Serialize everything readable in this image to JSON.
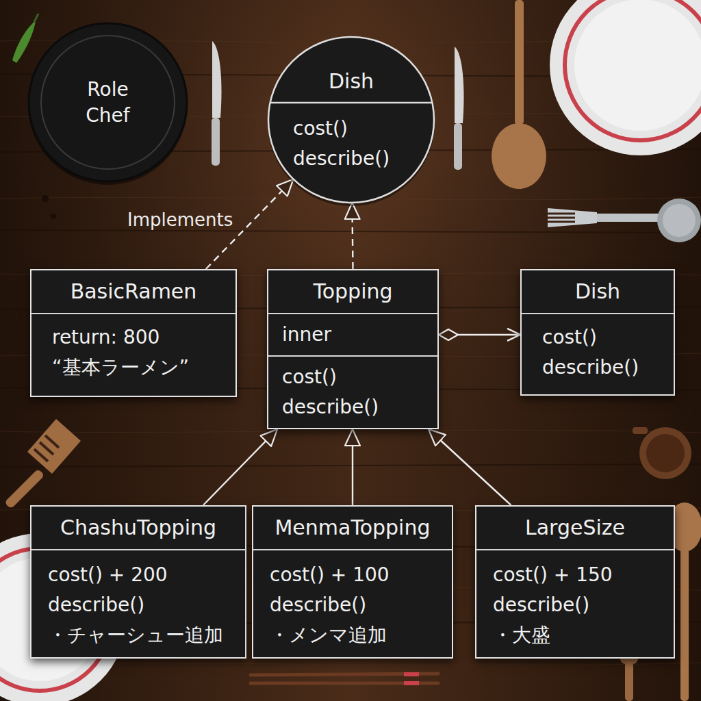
{
  "diagram": {
    "nodes": [
      {
        "text": [
          "Role Chef"
        ]
      },
      {
        "text": [
          "Dish",
          "cost()",
          "describe()"
        ]
      },
      {
        "text": [
          "BasicRamen",
          "return: 800",
          "“基本ラーメン”"
        ]
      },
      {
        "text": [
          "Topping",
          "inner",
          "cost()",
          "describe()"
        ]
      },
      {
        "text": [
          "Dish",
          "cost()",
          "describe()"
        ]
      },
      {
        "text": [
          "ChashuTopping",
          "cost() + 200",
          "describe()",
          "・チャーシュー追加"
        ]
      },
      {
        "text": [
          "MenmaTopping",
          "cost() + 100",
          "describe()",
          "・メンマ追加"
        ]
      },
      {
        "text": [
          "LargeSize",
          "cost() + 150",
          "describe()",
          "・大盛"
        ]
      }
    ],
    "edges": [
      {
        "from": 2,
        "to": 1,
        "arrow": "to",
        "label": "Implements"
      },
      {
        "from": 3,
        "to": 1,
        "arrow": "to"
      },
      {
        "from": 3,
        "to": 4,
        "arrow": "to"
      },
      {
        "from": 5,
        "to": 3,
        "arrow": "to"
      },
      {
        "from": 6,
        "to": 3,
        "arrow": "to"
      },
      {
        "from": 7,
        "to": 3,
        "arrow": "to"
      }
    ]
  }
}
